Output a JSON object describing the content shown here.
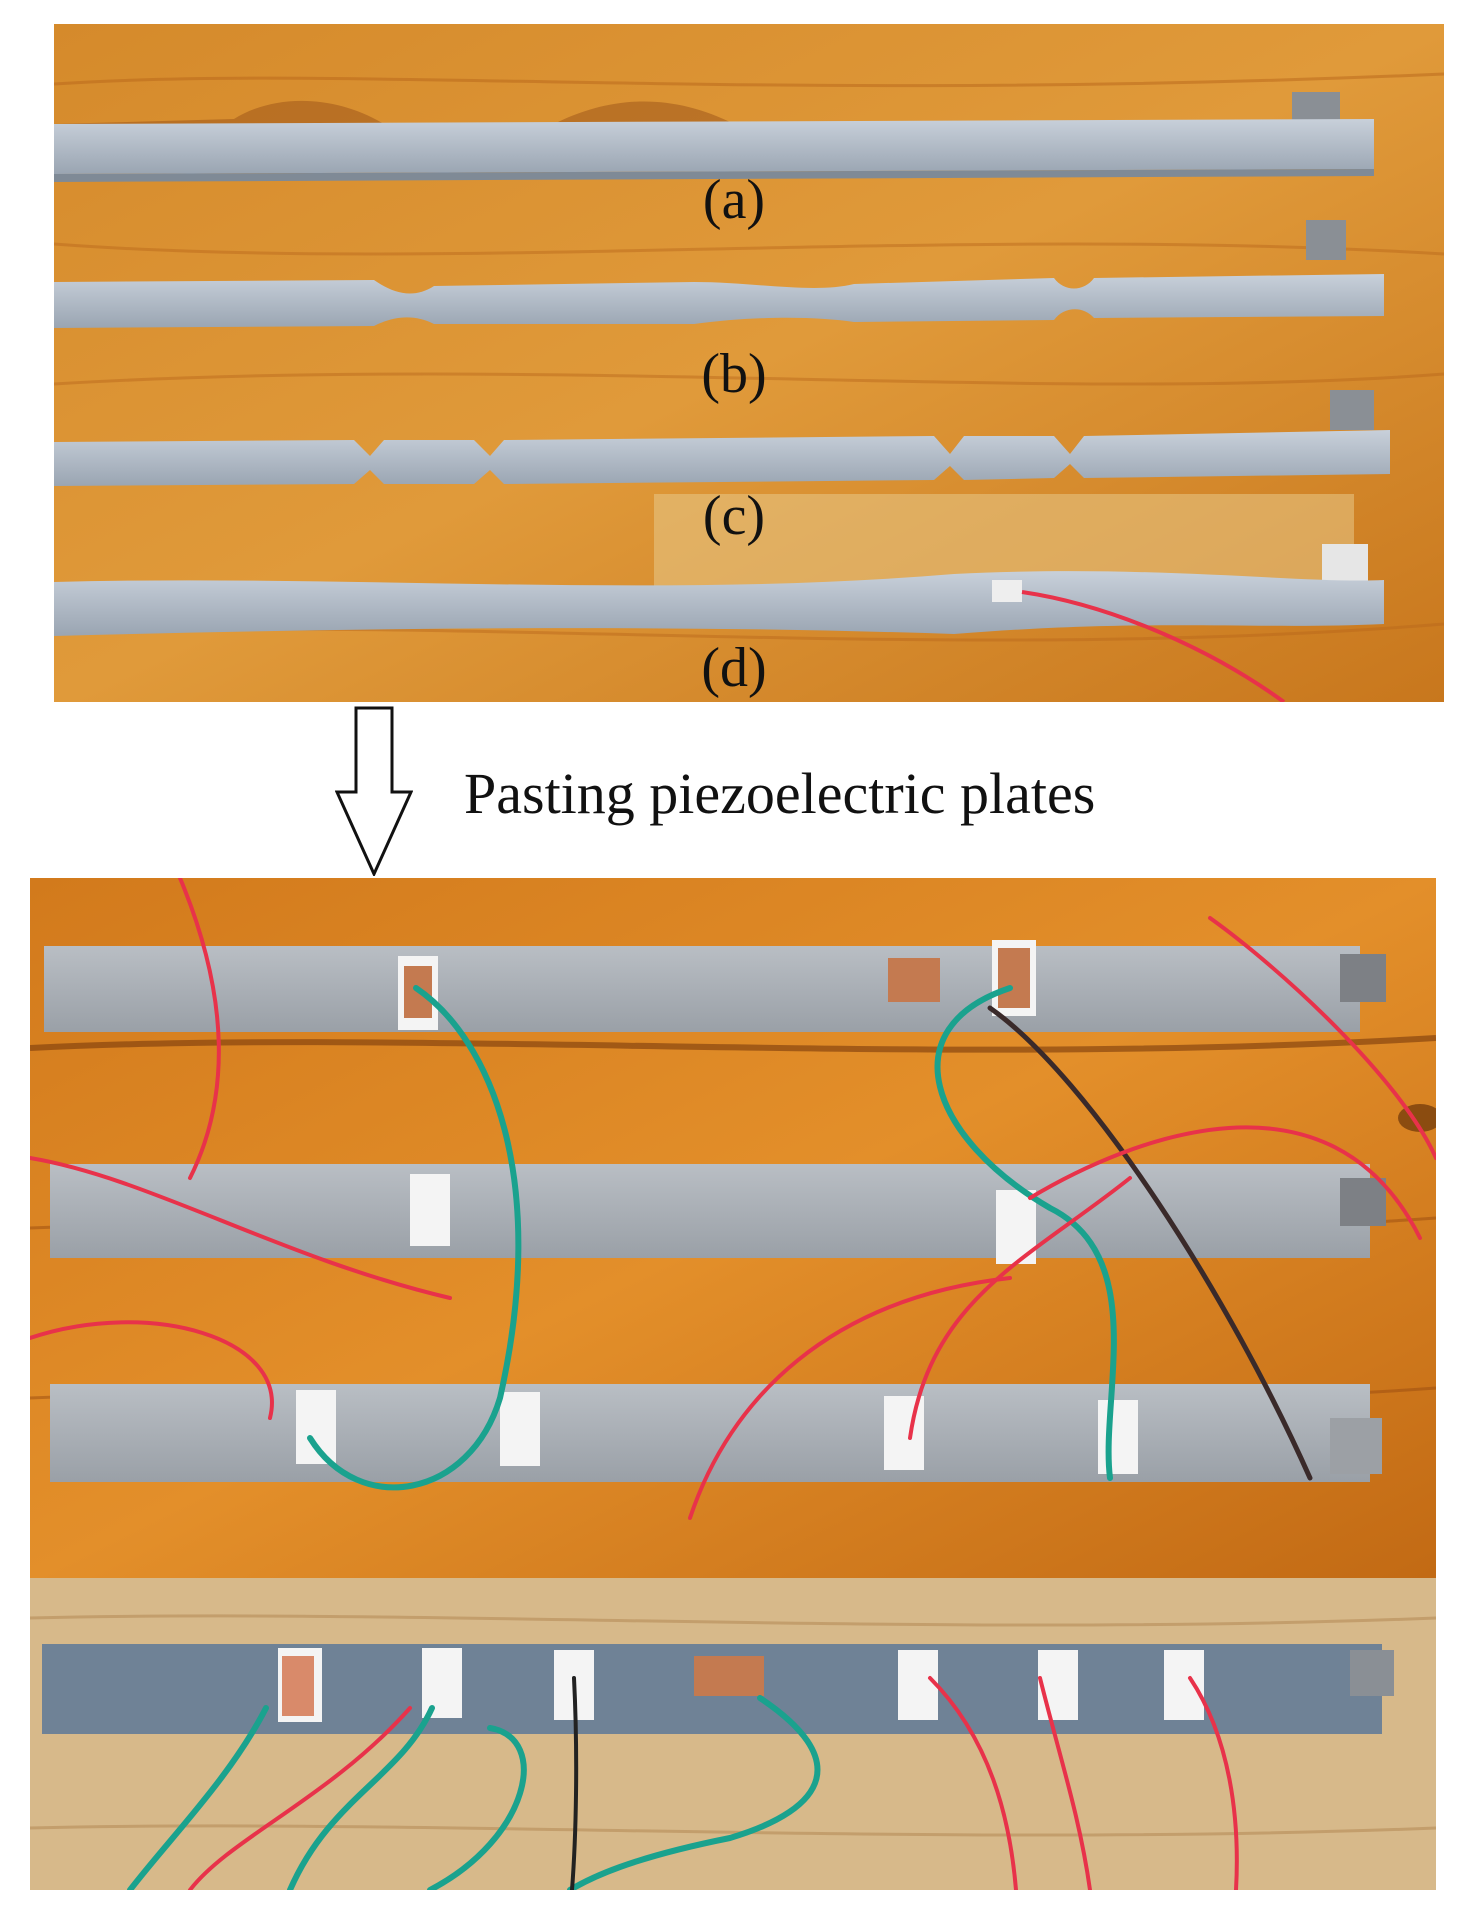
{
  "labels": {
    "a": "(a)",
    "b": "(b)",
    "c": "(c)",
    "d": "(d)"
  },
  "caption": "Pasting piezoelectric plates",
  "icons": {
    "arrow": "down-arrow-outline",
    "plate_mark": "+"
  },
  "colors": {
    "wood": "#d88a2a",
    "wood_dark": "#b36512",
    "beam": "#aeb7c2",
    "beam_dark": "#7e8a96",
    "pale_wood": "#d9b98c",
    "blue_beam": "#6f8296",
    "wire_red": "#e8324a",
    "wire_green": "#1aa28e",
    "wire_black": "#222222",
    "copper": "#c47a50"
  }
}
